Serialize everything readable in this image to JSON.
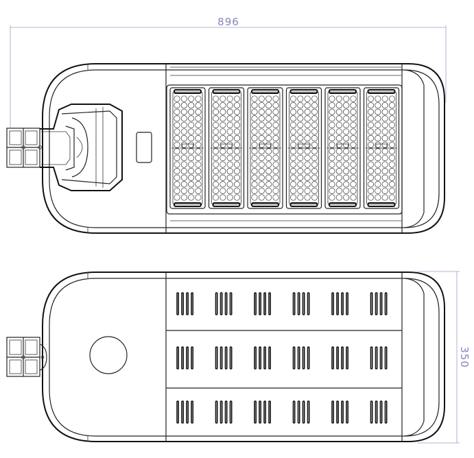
{
  "dimensions": {
    "length_label": "896",
    "width_label": "350"
  },
  "top_view": {
    "led_module_count": 6,
    "lens_rows_per_module": 16,
    "lens_cols_per_module": 4
  },
  "bottom_view": {
    "vent_rows": 3,
    "vent_groups_per_row": 6,
    "slots_per_group": 4
  }
}
